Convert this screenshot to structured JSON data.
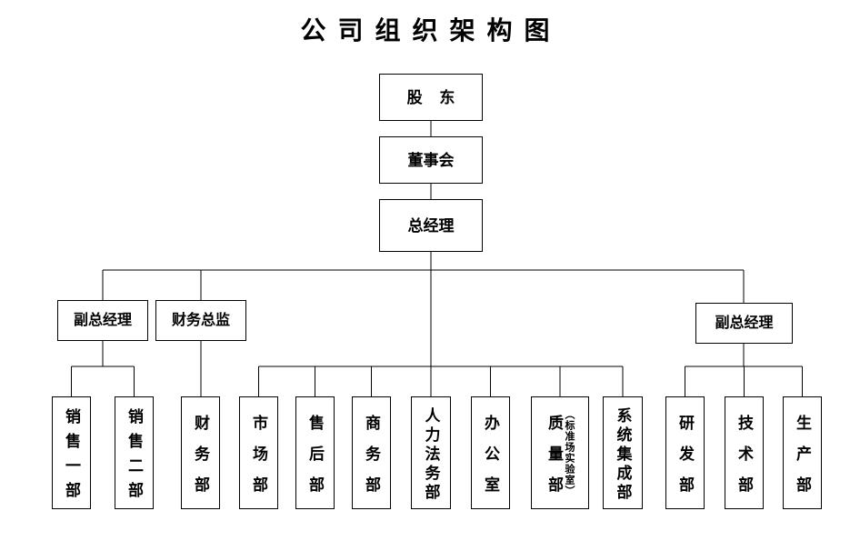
{
  "title": "公司组织架构图",
  "nodes": {
    "shareholder": "股东",
    "board": "董事会",
    "gm": "总经理",
    "deputy_left": "副总经理",
    "finance_director": "财务总监",
    "deputy_right": "副总经理"
  },
  "departments": [
    {
      "label": "销售一部"
    },
    {
      "label": "销售二部"
    },
    {
      "label": "财务部"
    },
    {
      "label": "市场部"
    },
    {
      "label": "售后部"
    },
    {
      "label": "商务部"
    },
    {
      "label": "人力法务部"
    },
    {
      "label": "办公室"
    },
    {
      "label": "质量部",
      "note": "（标准场实验室）"
    },
    {
      "label": "系统集成部"
    },
    {
      "label": "研发部"
    },
    {
      "label": "技术部"
    },
    {
      "label": "生产部"
    }
  ],
  "colors": {
    "line": "#000000",
    "background": "#ffffff",
    "text": "#000000"
  }
}
